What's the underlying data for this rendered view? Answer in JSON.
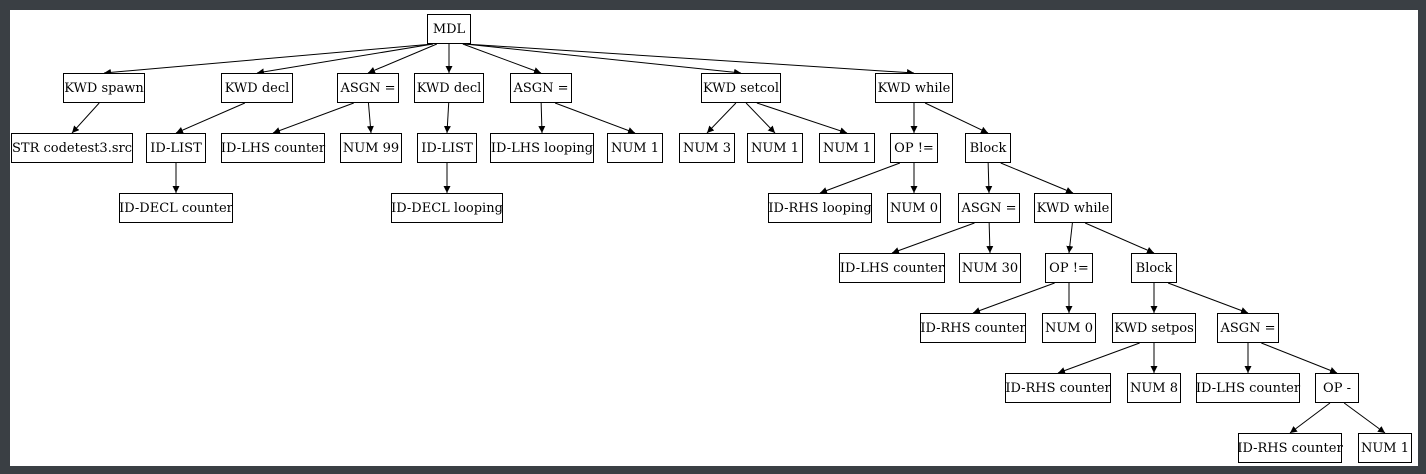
{
  "tree": {
    "nodes": [
      {
        "id": "mdl",
        "label": "MDL"
      },
      {
        "id": "kwd-spawn",
        "label": "KWD spawn"
      },
      {
        "id": "str-src",
        "label": "STR codetest3.src"
      },
      {
        "id": "kwd-decl-1",
        "label": "KWD decl"
      },
      {
        "id": "id-list-1",
        "label": "ID-LIST"
      },
      {
        "id": "id-decl-counter",
        "label": "ID-DECL counter"
      },
      {
        "id": "asgn-1",
        "label": "ASGN ="
      },
      {
        "id": "id-lhs-counter-1",
        "label": "ID-LHS counter"
      },
      {
        "id": "num-99",
        "label": "NUM 99"
      },
      {
        "id": "kwd-decl-2",
        "label": "KWD decl"
      },
      {
        "id": "id-list-2",
        "label": "ID-LIST"
      },
      {
        "id": "id-decl-looping",
        "label": "ID-DECL looping"
      },
      {
        "id": "asgn-2",
        "label": "ASGN ="
      },
      {
        "id": "id-lhs-looping",
        "label": "ID-LHS looping"
      },
      {
        "id": "num-1-a",
        "label": "NUM 1"
      },
      {
        "id": "kwd-setcol",
        "label": "KWD setcol"
      },
      {
        "id": "num-3",
        "label": "NUM 3"
      },
      {
        "id": "num-1-b",
        "label": "NUM 1"
      },
      {
        "id": "num-1-c",
        "label": "NUM 1"
      },
      {
        "id": "kwd-while-1",
        "label": "KWD while"
      },
      {
        "id": "op-neq-1",
        "label": "OP !="
      },
      {
        "id": "id-rhs-looping",
        "label": "ID-RHS looping"
      },
      {
        "id": "num-0-a",
        "label": "NUM 0"
      },
      {
        "id": "block-1",
        "label": "Block"
      },
      {
        "id": "asgn-3",
        "label": "ASGN ="
      },
      {
        "id": "id-lhs-counter-2",
        "label": "ID-LHS counter"
      },
      {
        "id": "num-30",
        "label": "NUM 30"
      },
      {
        "id": "kwd-while-2",
        "label": "KWD while"
      },
      {
        "id": "op-neq-2",
        "label": "OP !="
      },
      {
        "id": "id-rhs-counter-1",
        "label": "ID-RHS counter"
      },
      {
        "id": "num-0-b",
        "label": "NUM 0"
      },
      {
        "id": "block-2",
        "label": "Block"
      },
      {
        "id": "kwd-setpos",
        "label": "KWD setpos"
      },
      {
        "id": "id-rhs-counter-2",
        "label": "ID-RHS counter"
      },
      {
        "id": "num-8",
        "label": "NUM 8"
      },
      {
        "id": "asgn-4",
        "label": "ASGN ="
      },
      {
        "id": "id-lhs-counter-3",
        "label": "ID-LHS counter"
      },
      {
        "id": "op-minus",
        "label": "OP -"
      },
      {
        "id": "id-rhs-counter-3",
        "label": "ID-RHS counter"
      },
      {
        "id": "num-1-d",
        "label": "NUM 1"
      }
    ],
    "edges": [
      [
        "mdl",
        "kwd-spawn"
      ],
      [
        "mdl",
        "kwd-decl-1"
      ],
      [
        "mdl",
        "asgn-1"
      ],
      [
        "mdl",
        "kwd-decl-2"
      ],
      [
        "mdl",
        "asgn-2"
      ],
      [
        "mdl",
        "kwd-setcol"
      ],
      [
        "mdl",
        "kwd-while-1"
      ],
      [
        "kwd-spawn",
        "str-src"
      ],
      [
        "kwd-decl-1",
        "id-list-1"
      ],
      [
        "id-list-1",
        "id-decl-counter"
      ],
      [
        "asgn-1",
        "id-lhs-counter-1"
      ],
      [
        "asgn-1",
        "num-99"
      ],
      [
        "kwd-decl-2",
        "id-list-2"
      ],
      [
        "id-list-2",
        "id-decl-looping"
      ],
      [
        "asgn-2",
        "id-lhs-looping"
      ],
      [
        "asgn-2",
        "num-1-a"
      ],
      [
        "kwd-setcol",
        "num-3"
      ],
      [
        "kwd-setcol",
        "num-1-b"
      ],
      [
        "kwd-setcol",
        "num-1-c"
      ],
      [
        "kwd-while-1",
        "op-neq-1"
      ],
      [
        "kwd-while-1",
        "block-1"
      ],
      [
        "op-neq-1",
        "id-rhs-looping"
      ],
      [
        "op-neq-1",
        "num-0-a"
      ],
      [
        "block-1",
        "asgn-3"
      ],
      [
        "block-1",
        "kwd-while-2"
      ],
      [
        "asgn-3",
        "id-lhs-counter-2"
      ],
      [
        "asgn-3",
        "num-30"
      ],
      [
        "kwd-while-2",
        "op-neq-2"
      ],
      [
        "kwd-while-2",
        "block-2"
      ],
      [
        "op-neq-2",
        "id-rhs-counter-1"
      ],
      [
        "op-neq-2",
        "num-0-b"
      ],
      [
        "block-2",
        "kwd-setpos"
      ],
      [
        "block-2",
        "asgn-4"
      ],
      [
        "kwd-setpos",
        "id-rhs-counter-2"
      ],
      [
        "kwd-setpos",
        "num-8"
      ],
      [
        "asgn-4",
        "id-lhs-counter-3"
      ],
      [
        "asgn-4",
        "op-minus"
      ],
      [
        "op-minus",
        "id-rhs-counter-3"
      ],
      [
        "op-minus",
        "num-1-d"
      ]
    ]
  }
}
